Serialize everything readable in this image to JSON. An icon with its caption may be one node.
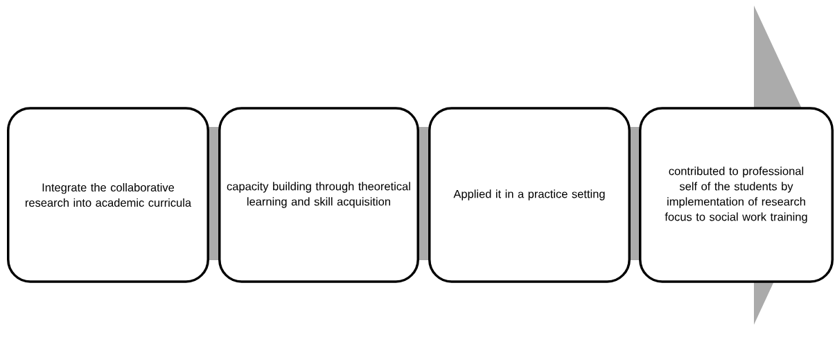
{
  "diagram": {
    "nodes": [
      {
        "text": [
          "Integrate the collaborative research into academic curricula"
        ]
      },
      {
        "text": [
          "capacity building through theoretical learning and skill acquisition"
        ]
      },
      {
        "text": [
          "Applied it in a practice setting"
        ]
      },
      {
        "text": [
          "contributed to professional self of the students by implementation of research focus to social work training"
        ]
      }
    ]
  }
}
